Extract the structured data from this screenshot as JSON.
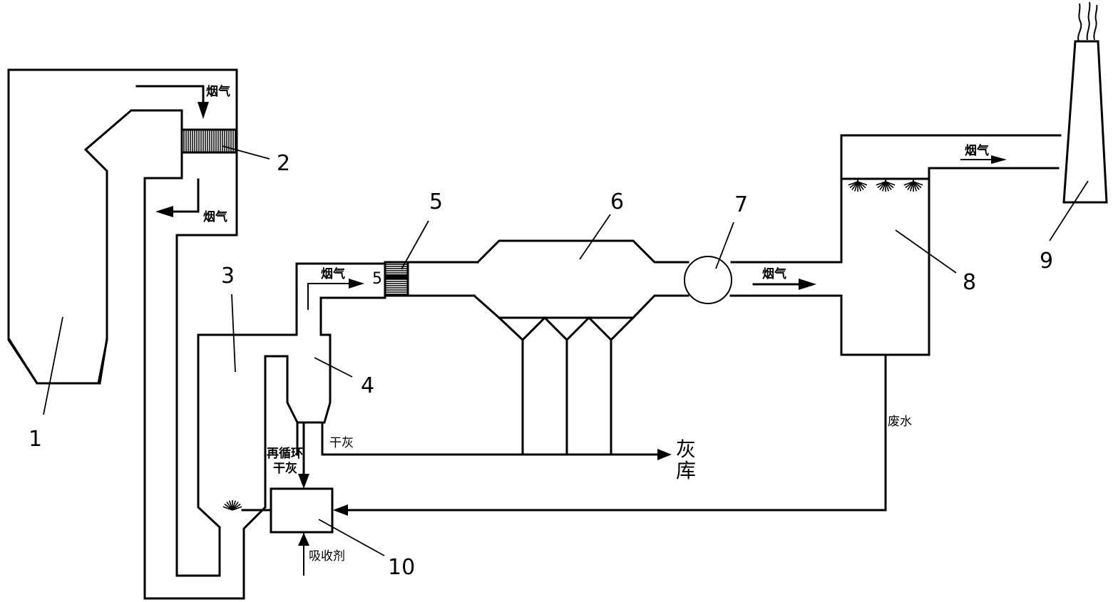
{
  "diagram": {
    "type": "process-flow",
    "description": "Flue gas treatment system with waste water evaporation"
  },
  "components": [
    {
      "id": "1",
      "label": "1",
      "name": "boiler"
    },
    {
      "id": "2",
      "label": "2",
      "name": "air-preheater-heat-exchanger"
    },
    {
      "id": "3",
      "label": "3",
      "name": "spray-drying-tower"
    },
    {
      "id": "4",
      "label": "4",
      "name": "cyclone-separator"
    },
    {
      "id": "5",
      "label": "5",
      "name": "heat-exchanger"
    },
    {
      "id": "5b",
      "label": "5",
      "name": "heat-exchanger-inline-tag"
    },
    {
      "id": "6",
      "label": "6",
      "name": "electrostatic-precipitator"
    },
    {
      "id": "7",
      "label": "7",
      "name": "induced-draft-fan"
    },
    {
      "id": "8",
      "label": "8",
      "name": "desulfurization-tower"
    },
    {
      "id": "9",
      "label": "9",
      "name": "chimney"
    },
    {
      "id": "10",
      "label": "10",
      "name": "mixing-tank"
    }
  ],
  "labels": {
    "flue_gas_top": "烟气",
    "flue_gas_down": "烟气",
    "flue_gas_cyclone": "烟气",
    "flue_gas_after_fan": "烟气",
    "flue_gas_to_chimney": "烟气",
    "dry_ash": "干灰",
    "recirc_dry_ash_line1": "再循环",
    "recirc_dry_ash_line2": "干灰",
    "absorbent": "吸收剂",
    "waste_water": "废水",
    "ash_silo_line1": "灰",
    "ash_silo_line2": "库"
  }
}
